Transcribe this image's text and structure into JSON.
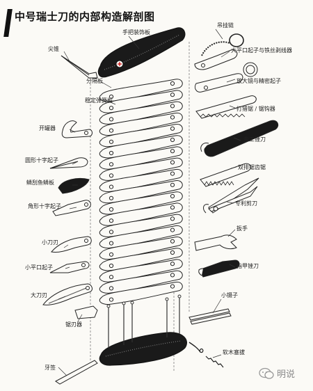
{
  "title": "中号瑞士刀的内部构造解剖图",
  "labels": {
    "hand_cover": "手把装饰板",
    "key_ring": "吊挂链",
    "awl": "尖锥",
    "big_screwdriver": "大平口起子与铁丝剥线器",
    "spacer": "分隔板",
    "magnifier": "放大镜与精密起子",
    "spring_spacer": "稳定弹簧板",
    "saw": "打猎锯 / 锯钩器",
    "can_opener": "开罐器",
    "file": "金工锉刀",
    "phillips_small": "圆形十字起子",
    "double_saw": "双排锯齿锯",
    "scaler": "鳞刮鱼鳞板",
    "scissors": "专利剪刀",
    "phillips": "角形十字起子",
    "wrench": "扳手",
    "small_blade": "小刀刃",
    "nail_file": "指甲锉刀",
    "small_screwdriver": "小平口起子",
    "tweezers": "小镊子",
    "large_blade": "大刀刃",
    "blade_tool": "锯刃器",
    "toothpick": "牙签",
    "corkscrew": "软木塞拔"
  },
  "watermark": "明说"
}
